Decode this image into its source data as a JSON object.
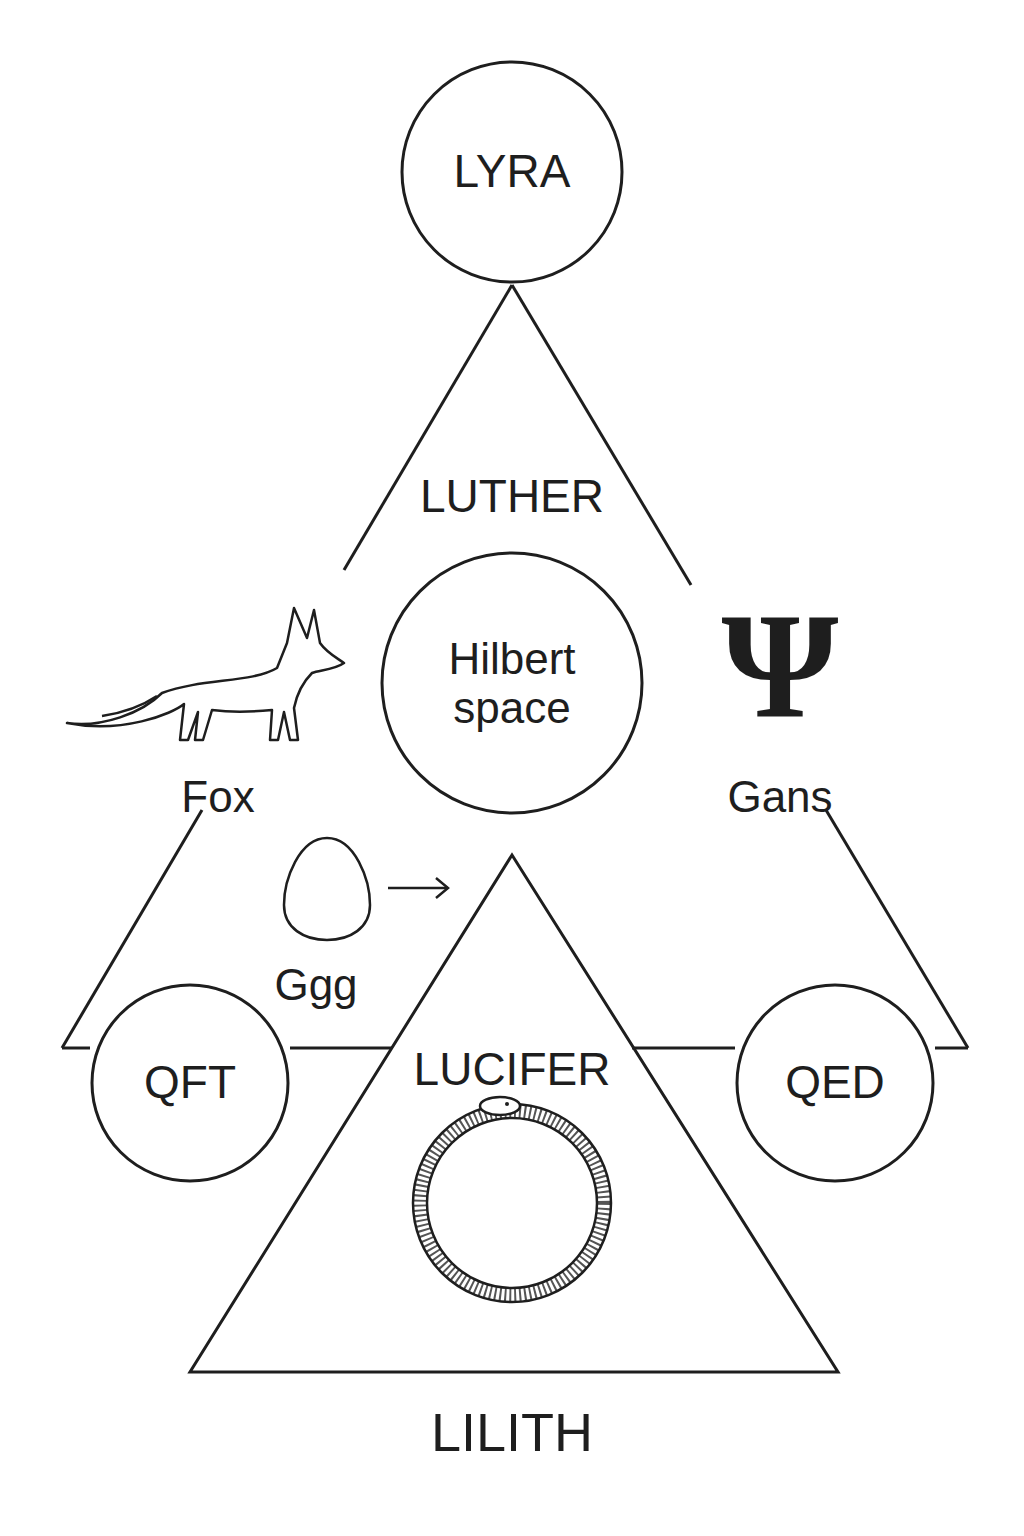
{
  "diagram": {
    "nodes": [
      {
        "text": [
          "LYRA"
        ]
      },
      {
        "text": [
          "LUTHER"
        ]
      },
      {
        "text": [
          "Hilbert space"
        ],
        "in": 1
      },
      {
        "text": [
          "QFT"
        ]
      },
      {
        "text": [
          "LUCIFER",
          "LILITH"
        ]
      },
      {
        "text": [
          "QED"
        ]
      }
    ],
    "labels": [
      "Fox",
      "Ψ",
      "Gans",
      "Ggg"
    ]
  }
}
